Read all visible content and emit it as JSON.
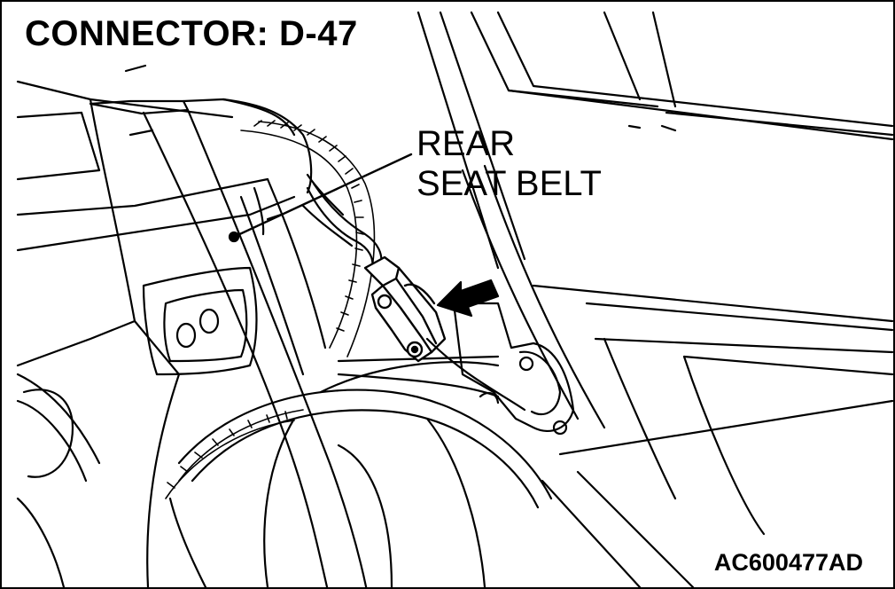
{
  "diagram": {
    "title": "CONNECTOR: D-47",
    "callout_lines": [
      "REAR",
      "SEAT BELT"
    ],
    "figure_code": "AC600477AD"
  }
}
